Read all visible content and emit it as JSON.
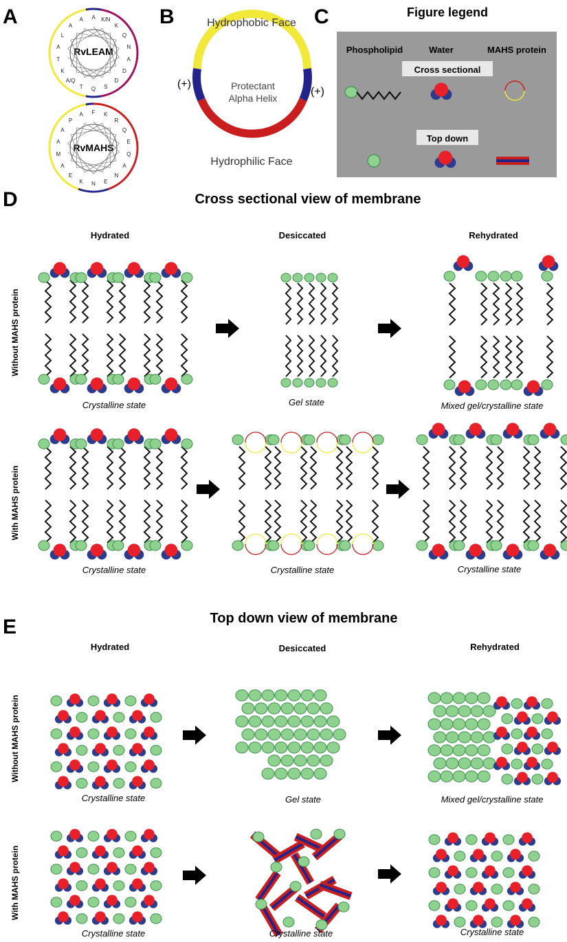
{
  "panels": {
    "a": {
      "letter": "A",
      "wheel1": {
        "label": "RvLEAM",
        "residues": [
          "A",
          "K/N",
          "K",
          "Q",
          "N",
          "A",
          "D",
          "D",
          "S",
          "Q",
          "T",
          "A/Q",
          "K",
          "T",
          "A",
          "L",
          "A",
          "A"
        ]
      },
      "wheel2": {
        "label": "RvMAHS",
        "residues": [
          "F",
          "K",
          "R",
          "Q",
          "E",
          "Q",
          "A",
          "N",
          "E",
          "N",
          "K",
          "E",
          "A",
          "M",
          "A",
          "A",
          "P",
          "A"
        ]
      }
    },
    "b": {
      "letter": "B",
      "top": "Hydrophobic Face",
      "bottom": "Hydrophilic Face",
      "center1": "Protectant",
      "center2": "Alpha Helix",
      "plus_left": "(+)",
      "plus_right": "(+)"
    },
    "c": {
      "letter": "C",
      "title": "Figure legend",
      "phospholipid": "Phospholipid",
      "water": "Water",
      "mahs": "MAHS protein",
      "cross": "Cross sectional",
      "top": "Top down"
    },
    "d": {
      "letter": "D",
      "title": "Cross sectional view of membrane"
    },
    "e": {
      "letter": "E",
      "title": "Top down view of membrane"
    }
  },
  "columns": {
    "hydrated": "Hydrated",
    "desiccated": "Desiccated",
    "rehydrated": "Rehydrated"
  },
  "rows": {
    "without": "Without MAHS protein",
    "with": "With MAHS protein"
  },
  "states": {
    "crystalline": "Crystalline state",
    "gel": "Gel state",
    "mixed": "Mixed gel/crystalline state"
  },
  "colors": {
    "lipid": "#8fd18f",
    "lipid_stroke": "#3f8f4f",
    "water_o": "#e8202a",
    "water_h": "#2b3c8f",
    "hydrophobic": "#f2e83a",
    "hydrophilic": "#c81e1e",
    "positive": "#23238a",
    "charge_ring": "#a01060",
    "legend_bg": "#9a9a9a"
  }
}
